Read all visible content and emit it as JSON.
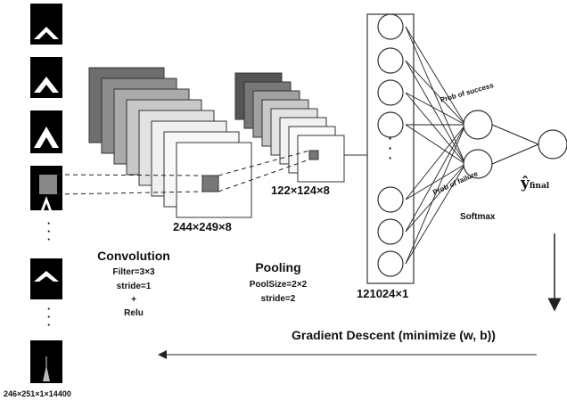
{
  "input": {
    "dims_label": "246×251×1×14400",
    "dots": "·\n·\n·"
  },
  "conv": {
    "output_label": "244×249×8",
    "title": "Convolution",
    "filter": "Filter=3×3",
    "stride": "stride=1",
    "plus": "+",
    "activation": "Relu"
  },
  "pool": {
    "output_label": "122×124×8",
    "title": "Pooling",
    "size": "PoolSize=2×2",
    "stride": "stride=2"
  },
  "dense": {
    "label": "121024×1",
    "dots": "·\n·\n·"
  },
  "softmax": {
    "label": "Softmax",
    "prob_success": "Prob of success",
    "prob_failure": "Prob of failure"
  },
  "output": {
    "symbol": "ŷ",
    "subscript": "final"
  },
  "training": {
    "label": "Gradient Descent (minimize (w, b))"
  }
}
